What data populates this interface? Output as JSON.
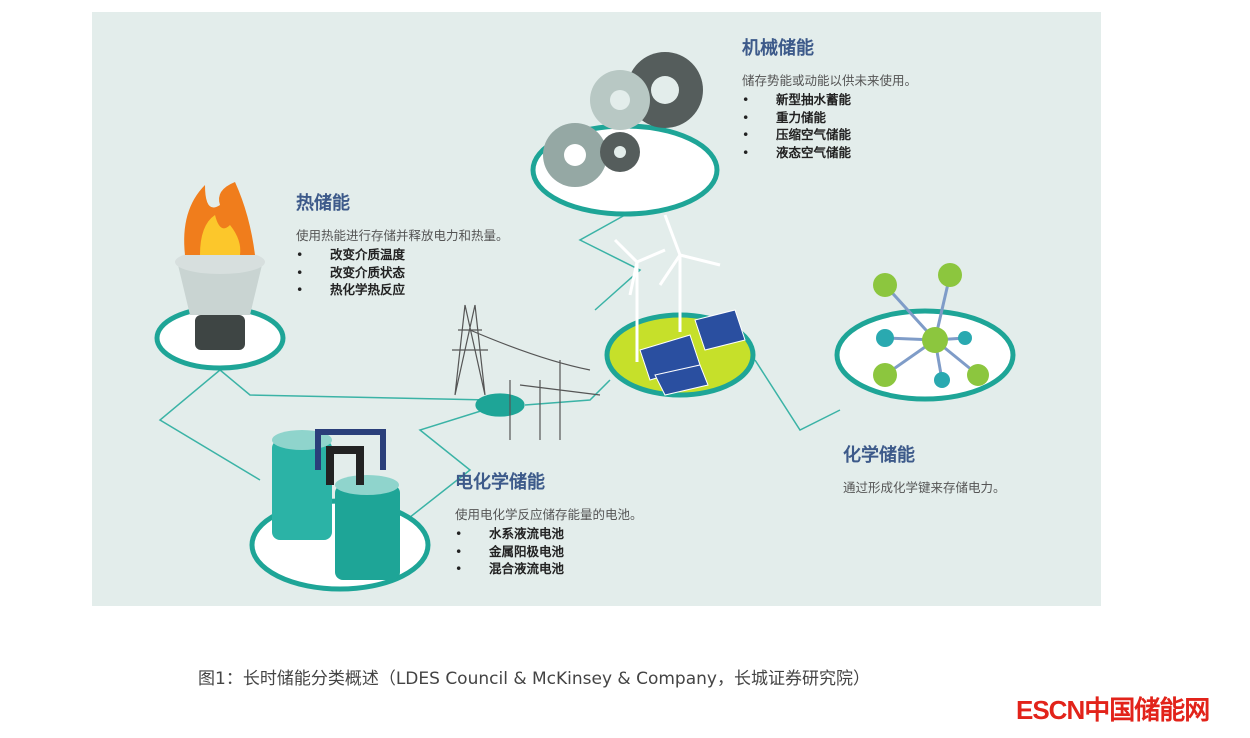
{
  "mechanical": {
    "title": "机械储能",
    "desc": "储存势能或动能以供未来使用。",
    "items": [
      "新型抽水蓄能",
      "重力储能",
      "压缩空气储能",
      "液态空气储能"
    ]
  },
  "thermal": {
    "title": "热储能",
    "desc": "使用热能进行存储并释放电力和热量。",
    "items": [
      "改变介质温度",
      "改变介质状态",
      "热化学热反应"
    ]
  },
  "electrochemical": {
    "title": "电化学储能",
    "desc": "使用电化学反应储存能量的电池。",
    "items": [
      "水系液流电池",
      "金属阳极电池",
      "混合液流电池"
    ]
  },
  "chemical": {
    "title": "化学储能",
    "desc": "通过形成化学键来存储电力。"
  },
  "caption": "图1：长时储能分类概述（LDES Council & McKinsey & Company，长城证券研究院）",
  "logo": "ESCN中国储能网",
  "colors": {
    "teal": "#1ea597",
    "title": "#3d5a8a",
    "panel": "#e3edeb",
    "logo": "#e2231a"
  }
}
